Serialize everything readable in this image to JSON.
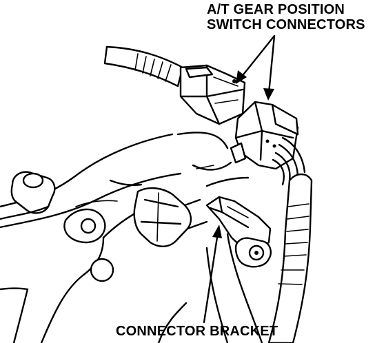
{
  "labels": {
    "gear_switch_line1": "A/T GEAR POSITION",
    "gear_switch_line2": "SWITCH CONNECTORS",
    "bracket": "CONNECTOR BRACKET"
  },
  "colors": {
    "ink": "#000000",
    "paper": "#ffffff"
  }
}
